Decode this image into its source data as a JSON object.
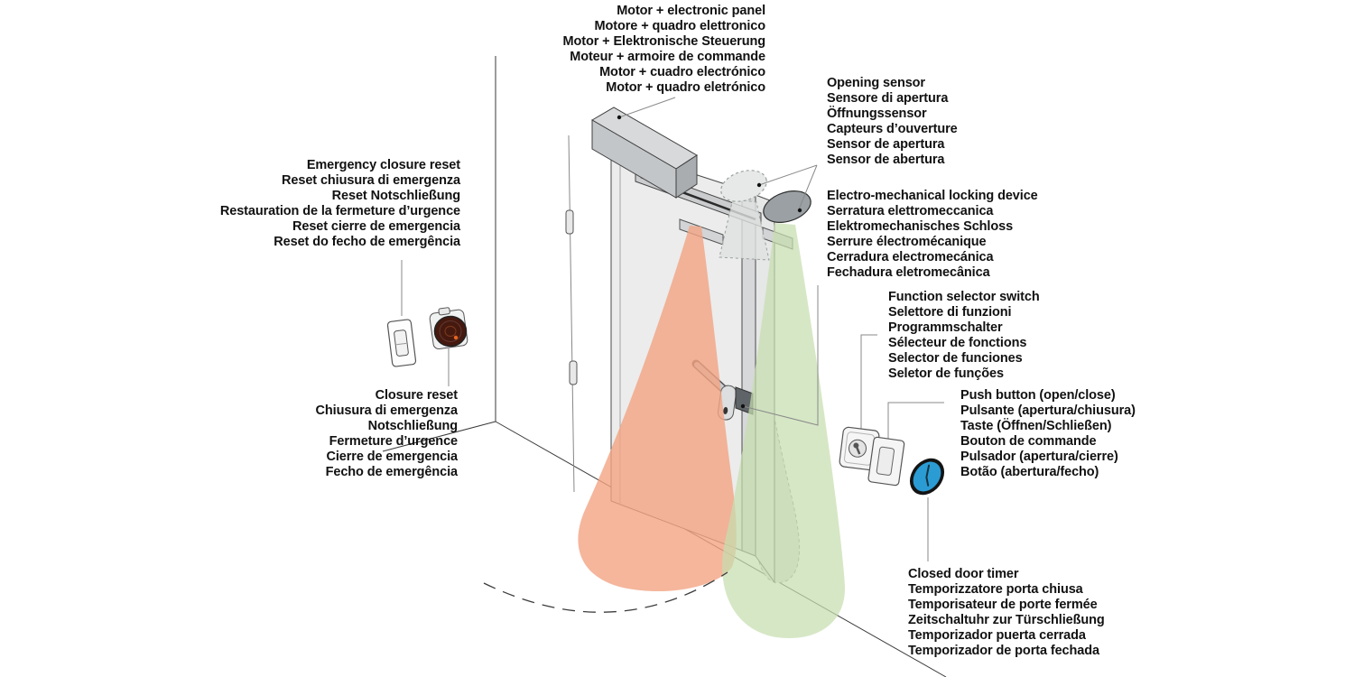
{
  "labels": {
    "motor": {
      "lines": [
        "Motor + electronic panel",
        "Motore + quadro elettronico",
        "Motor + Elektronische Steuerung",
        "Moteur + armoire de commande",
        "Motor + cuadro electrónico",
        "Motor + quadro eletrónico"
      ]
    },
    "opening_sensor": {
      "lines": [
        "Opening sensor",
        "Sensore di apertura",
        "Öffnungssensor",
        "Capteurs d’ouverture",
        "Sensor de apertura",
        "Sensor de abertura"
      ]
    },
    "locking_device": {
      "lines": [
        "Electro-mechanical locking  device",
        "Serratura elettromeccanica",
        "Elektromechanisches Schloss",
        "Serrure électromécanique",
        "Cerradura electromecánica",
        "Fechadura eletromecânica"
      ]
    },
    "function_selector": {
      "lines": [
        "Function selector switch",
        "Selettore di funzioni",
        "Programmschalter",
        "Sélecteur de fonctions",
        "Selector de funciones",
        "Seletor  de funções"
      ]
    },
    "push_button": {
      "lines": [
        "Push button (open/close)",
        "Pulsante (apertura/chiusura)",
        "Taste  (Öffnen/Schließen)",
        "Bouton de commande",
        "Pulsador (apertura/cierre)",
        "Botão  (abertura/fecho)"
      ]
    },
    "door_timer": {
      "lines": [
        "Closed door timer",
        "Temporizzatore porta chiusa",
        "Temporisateur de porte fermée",
        "Zeitschaltuhr zur Türschließung",
        "Temporizador puerta cerrada",
        "Temporizador de porta fechada"
      ]
    },
    "emergency_reset": {
      "lines": [
        "Emergency closure reset",
        "Reset chiusura di emergenza",
        "Reset Notschließung",
        "Restauration de la fermeture d’urgence",
        "Reset cierre de emergencia",
        "Reset do fecho de emergência"
      ]
    },
    "closure_reset": {
      "lines": [
        "Closure reset",
        "Chiusura di emergenza",
        "Notschließung",
        "Fermeture d’urgence",
        "Cierre de emergencia",
        "Fecho de emergência"
      ]
    }
  },
  "colors": {
    "inner_detection_zone": "#f2a483",
    "outer_detection_zone": "#c6deae",
    "timer_face": "#2b9bd4",
    "reset_dome": "#46190f",
    "text": "#111111"
  }
}
